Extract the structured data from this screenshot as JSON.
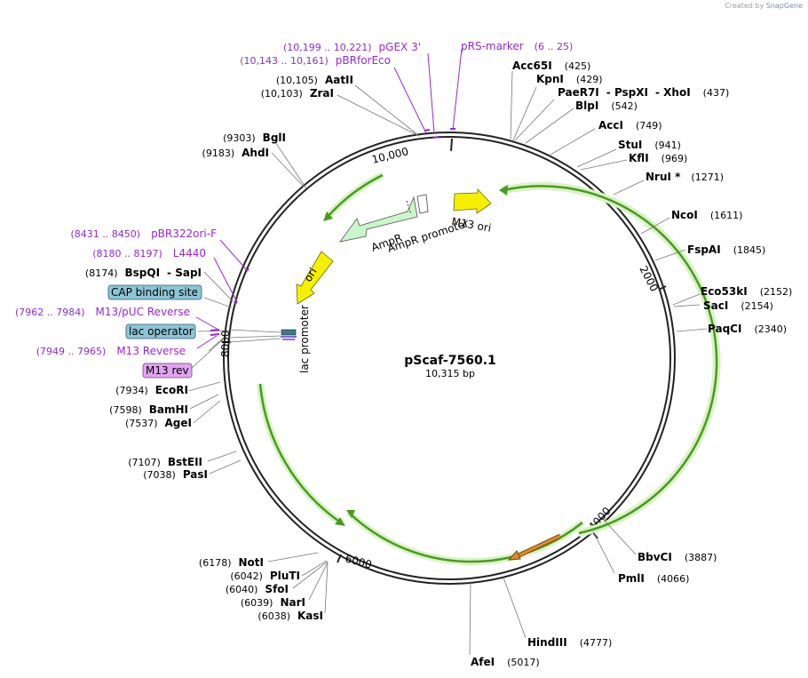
{
  "credit": {
    "prefix": "Created by",
    "brand": "SnapGene"
  },
  "plasmid": {
    "name": "pScaf-7560.1",
    "size": "10,315 bp"
  },
  "ticks": [
    "10,000",
    "2000",
    "4000",
    "6000",
    "8000"
  ],
  "enzymes": [
    {
      "name": "Acc65I",
      "pos": "(425)"
    },
    {
      "name": "KpnI",
      "pos": "(429)"
    },
    {
      "name": "PaeR7I",
      "name2": "PspXI",
      "name3": "XhoI",
      "pos": "(437)"
    },
    {
      "name": "BlpI",
      "pos": "(542)"
    },
    {
      "name": "AccI",
      "pos": "(749)"
    },
    {
      "name": "StuI",
      "pos": "(941)"
    },
    {
      "name": "KflI",
      "pos": "(969)"
    },
    {
      "name": "NruI *",
      "pos": "(1271)"
    },
    {
      "name": "NcoI",
      "pos": "(1611)"
    },
    {
      "name": "FspAI",
      "pos": "(1845)"
    },
    {
      "name": "Eco53kI",
      "pos": "(2152)"
    },
    {
      "name": "SacI",
      "pos": "(2154)"
    },
    {
      "name": "PaqCI",
      "pos": "(2340)"
    },
    {
      "name": "BbvCI",
      "pos": "(3887)"
    },
    {
      "name": "PmlI",
      "pos": "(4066)"
    },
    {
      "name": "HindIII",
      "pos": "(4777)"
    },
    {
      "name": "AfeI",
      "pos": "(5017)"
    },
    {
      "name": "NotI",
      "pos": "(6178)"
    },
    {
      "name": "PluTI",
      "pos": "(6042)"
    },
    {
      "name": "SfoI",
      "pos": "(6040)"
    },
    {
      "name": "NarI",
      "pos": "(6039)"
    },
    {
      "name": "KasI",
      "pos": "(6038)"
    },
    {
      "name": "BstEII",
      "pos": "(7107)"
    },
    {
      "name": "PasI",
      "pos": "(7038)"
    },
    {
      "name": "EcoRI",
      "pos": "(7934)"
    },
    {
      "name": "BamHI",
      "pos": "(7598)"
    },
    {
      "name": "AgeI",
      "pos": "(7537)"
    },
    {
      "name": "BspQI",
      "name2": "SapI",
      "pos": "(8174)"
    },
    {
      "name": "BglI",
      "pos": "(9303)"
    },
    {
      "name": "AhdI",
      "pos": "(9183)"
    },
    {
      "name": "AatII",
      "pos": "(10,105)"
    },
    {
      "name": "ZraI",
      "pos": "(10,103)"
    }
  ],
  "primers": [
    {
      "name": "pGEX 3'",
      "range": "(10,199 .. 10,221)"
    },
    {
      "name": "pBRforEco",
      "range": "(10,143 .. 10,161)"
    },
    {
      "name": "pRS-marker",
      "range": "(6 .. 25)"
    },
    {
      "name": "pBR322ori-F",
      "range": "(8431 .. 8450)"
    },
    {
      "name": "L4440",
      "range": "(8180 .. 8197)"
    },
    {
      "name": "M13/pUC Reverse",
      "range": "(7962 .. 7984)"
    },
    {
      "name": "M13 Reverse",
      "range": "(7949 .. 7965)"
    },
    {
      "name": "M13 rev",
      "range": ""
    }
  ],
  "boxed_features": [
    "CAP binding site",
    "lac operator"
  ],
  "features": [
    "M13 ori",
    "AmpR",
    "AmpR promoter",
    "ori",
    "lac promoter"
  ],
  "colors": {
    "backbone": "#222222",
    "green_arc": "#4a9a1f",
    "green_halo": "#d9f3c4",
    "ampR": "#c9f7c9",
    "yellow": "#f4f000",
    "orange": "#e08a2a",
    "primer": "#9a27d2",
    "cap_box": "#8ec5d6",
    "m13rev_box": "#e1a5f0"
  }
}
